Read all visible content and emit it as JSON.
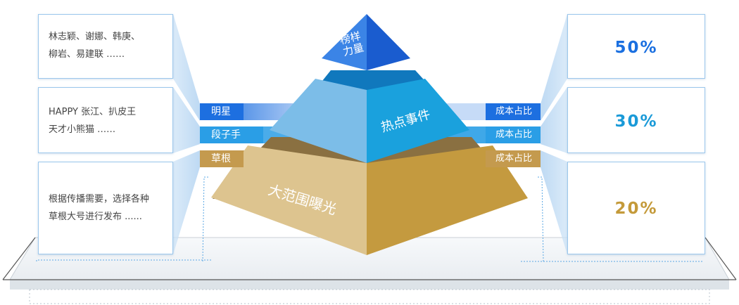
{
  "pyramid": {
    "top_label_line1": "榜样",
    "top_label_line2": "力量",
    "middle_label": "热点事件",
    "bottom_label": "大范围曝光"
  },
  "tiers": [
    {
      "name": "明星",
      "cost_label": "成本占比",
      "percent": "50%",
      "percent_color": "#1a6fe0",
      "desc_lines": [
        "林志颖、谢娜、韩庚、",
        "柳岩、易建联 ……"
      ]
    },
    {
      "name": "段子手",
      "cost_label": "成本占比",
      "percent": "30%",
      "percent_color": "#1a9ad8",
      "desc_lines": [
        "HAPPY 张江、扒皮王",
        "天才小熊猫 ……"
      ]
    },
    {
      "name": "草根",
      "cost_label": "成本占比",
      "percent": "20%",
      "percent_color": "#c49a3a",
      "desc_lines": [
        "根据传播需要，选择各种",
        "草根大号进行发布 ......"
      ]
    }
  ],
  "colors": {
    "star_band": "#1d6fe0",
    "duanzi_band": "#2a9ee6",
    "grassroots_band": "#c49a4e",
    "card_border": "#9cc7ec"
  }
}
